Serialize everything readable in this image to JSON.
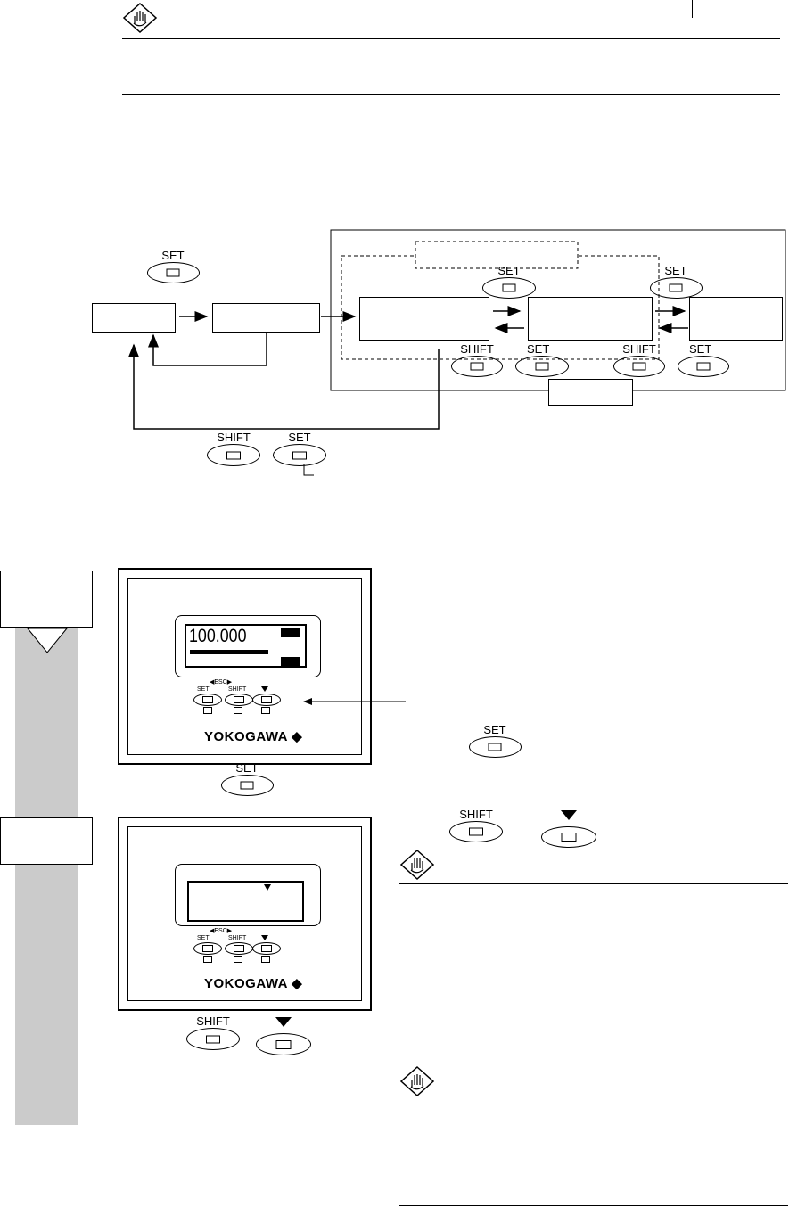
{
  "page": {
    "caution_icon": "caution-hand-icon"
  },
  "flow": {
    "keys": {
      "set": "SET",
      "shift": "SHIFT"
    }
  },
  "panel1": {
    "display_value": "100.000",
    "esc_label": "ESC",
    "key_set": "SET",
    "key_shift": "SHIFT",
    "brand": "YOKOGAWA"
  },
  "panel2": {
    "esc_label": "ESC",
    "key_set": "SET",
    "key_shift": "SHIFT",
    "brand": "YOKOGAWA"
  },
  "keys": {
    "set": "SET",
    "shift": "SHIFT"
  }
}
